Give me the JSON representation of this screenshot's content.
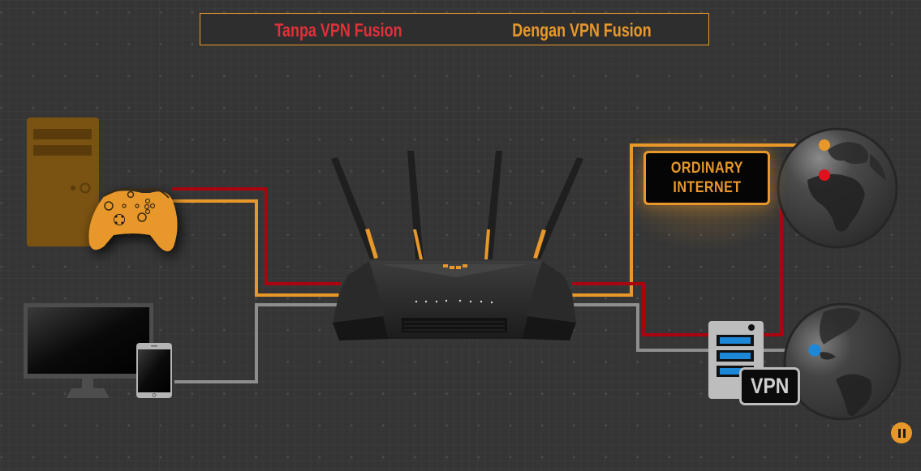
{
  "tabs": [
    {
      "label": "Tanpa VPN Fusion",
      "color": "#e0303a",
      "active": false
    },
    {
      "label": "Dengan VPN Fusion",
      "color": "#e8982a",
      "active": true
    }
  ],
  "labels": {
    "ordinary_internet_line1": "ORDINARY",
    "ordinary_internet_line2": "INTERNET",
    "vpn_badge": "VPN"
  },
  "colors": {
    "orange": "#e8982a",
    "red": "#a8050f",
    "gray": "#8e8e8e",
    "blue_dot": "#1e88d8",
    "red_dot": "#e0101c",
    "background": "#353535"
  },
  "devices": {
    "left": [
      "desktop-pc",
      "game-controller",
      "monitor",
      "tablet"
    ],
    "center": "router",
    "right": [
      "vpn-server",
      "globe-europe-africa",
      "globe-americas"
    ]
  },
  "connections": [
    {
      "name": "gaming-path-red",
      "from": "game-controller",
      "to": "globe-europe-africa",
      "via": "vpn-server",
      "color": "red"
    },
    {
      "name": "gaming-path-orange",
      "from": "game-controller",
      "to": "globe-europe-africa",
      "via": "ordinary-internet",
      "color": "orange"
    },
    {
      "name": "media-path-gray",
      "from": "tablet",
      "to": "globe-americas",
      "via": "vpn-server",
      "color": "gray"
    }
  ],
  "controls": {
    "pause_icon": "pause-icon"
  }
}
